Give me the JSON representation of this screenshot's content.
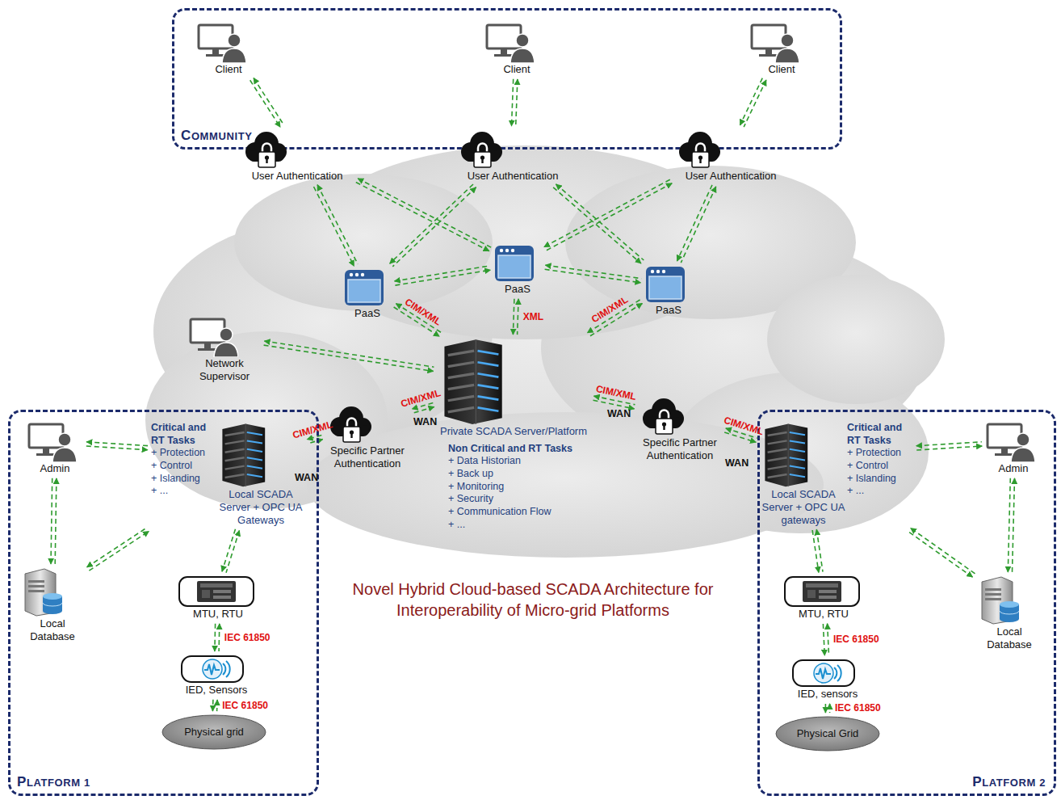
{
  "diagram": {
    "title": "Novel Hybrid Cloud-based SCADA Architecture for Interoperability of Micro-grid Platforms",
    "nodes": [
      {
        "text": [
          "COMMUNITY"
        ]
      },
      {
        "text": [
          "Client"
        ],
        "in": 0
      },
      {
        "text": [
          "Client"
        ],
        "in": 0
      },
      {
        "text": [
          "Client"
        ],
        "in": 0
      },
      {
        "text": [
          "User Authentication"
        ]
      },
      {
        "text": [
          "User Authentication"
        ]
      },
      {
        "text": [
          "User Authentication"
        ]
      },
      {
        "text": [
          "PaaS"
        ]
      },
      {
        "text": [
          "PaaS"
        ]
      },
      {
        "text": [
          "PaaS"
        ]
      },
      {
        "text": [
          "Network Supervisor"
        ]
      },
      {
        "text": [
          "Private SCADA Server/Platform",
          "Non Critical and RT Tasks",
          "+ Data Historian",
          "+ Back up",
          "+ Monitoring",
          "+ Security",
          "+ Communication Flow",
          "+ ..."
        ]
      },
      {
        "text": [
          "Specific Partner Authentication"
        ]
      },
      {
        "text": [
          "Specific Partner Authentication"
        ]
      },
      {
        "text": [
          "PLATFORM 1"
        ]
      },
      {
        "text": [
          "Admin"
        ],
        "in": 14
      },
      {
        "text": [
          "Critical and RT Tasks",
          "+ Protection",
          "+ Control",
          "+ Islanding",
          "+ ...",
          "Local SCADA Server + OPC UA Gateways"
        ],
        "in": 14
      },
      {
        "text": [
          "Local Database"
        ],
        "in": 14
      },
      {
        "text": [
          "MTU, RTU"
        ],
        "in": 14
      },
      {
        "text": [
          "IED, Sensors"
        ],
        "in": 14
      },
      {
        "text": [
          "Physical grid"
        ],
        "in": 14
      },
      {
        "text": [
          "PLATFORM 2"
        ]
      },
      {
        "text": [
          "Critical and RT Tasks",
          "+ Protection",
          "+ Control",
          "+ Islanding",
          "+ ...",
          "Local SCADA Server + OPC UA gateways"
        ],
        "in": 21
      },
      {
        "text": [
          "Admin"
        ],
        "in": 21
      },
      {
        "text": [
          "MTU, RTU"
        ],
        "in": 21
      },
      {
        "text": [
          "Local Database"
        ],
        "in": 21
      },
      {
        "text": [
          "IED, sensors"
        ],
        "in": 21
      },
      {
        "text": [
          "Physical Grid"
        ],
        "in": 21
      }
    ],
    "edges": [
      {
        "from": 1,
        "to": 4,
        "arrow": "both"
      },
      {
        "from": 2,
        "to": 5,
        "arrow": "both"
      },
      {
        "from": 3,
        "to": 6,
        "arrow": "both"
      },
      {
        "from": 4,
        "to": 7,
        "arrow": "both"
      },
      {
        "from": 4,
        "to": 8,
        "arrow": "both"
      },
      {
        "from": 5,
        "to": 7,
        "arrow": "both"
      },
      {
        "from": 5,
        "to": 9,
        "arrow": "both"
      },
      {
        "from": 6,
        "to": 8,
        "arrow": "both"
      },
      {
        "from": 6,
        "to": 9,
        "arrow": "both"
      },
      {
        "from": 7,
        "to": 8,
        "arrow": "both"
      },
      {
        "from": 8,
        "to": 9,
        "arrow": "both"
      },
      {
        "from": 7,
        "to": 11,
        "label": "CIM/XML",
        "arrow": "both"
      },
      {
        "from": 8,
        "to": 11,
        "label": "XML",
        "arrow": "both"
      },
      {
        "from": 9,
        "to": 11,
        "label": "CIM/XML",
        "arrow": "both"
      },
      {
        "from": 10,
        "to": 11,
        "arrow": "both"
      },
      {
        "from": 11,
        "to": 12,
        "label": "CIM/XML",
        "arrow": "both"
      },
      {
        "from": 12,
        "to": 16,
        "label": "CIM/XML",
        "arrow": "both"
      },
      {
        "from": 11,
        "to": 13,
        "label": "CIM/XML",
        "arrow": "both"
      },
      {
        "from": 13,
        "to": 22,
        "label": "CIM/XML",
        "arrow": "both"
      },
      {
        "from": 15,
        "to": 16,
        "arrow": "both"
      },
      {
        "from": 15,
        "to": 17,
        "arrow": "both"
      },
      {
        "from": 17,
        "to": 16,
        "arrow": "both"
      },
      {
        "from": 16,
        "to": 18,
        "arrow": "both"
      },
      {
        "from": 18,
        "to": 19,
        "label": "IEC 61850",
        "arrow": "both"
      },
      {
        "from": 19,
        "to": 20,
        "label": "IEC 61850",
        "arrow": "both"
      },
      {
        "from": 22,
        "to": 23,
        "arrow": "both"
      },
      {
        "from": 23,
        "to": 25,
        "arrow": "both"
      },
      {
        "from": 25,
        "to": 22,
        "arrow": "both"
      },
      {
        "from": 22,
        "to": 24,
        "arrow": "both"
      },
      {
        "from": 24,
        "to": 26,
        "label": "IEC 61850",
        "arrow": "both"
      },
      {
        "from": 26,
        "to": 27,
        "label": "IEC 61850",
        "arrow": "both"
      }
    ],
    "labels": [
      "WAN",
      "WAN",
      "WAN",
      "WAN"
    ]
  }
}
